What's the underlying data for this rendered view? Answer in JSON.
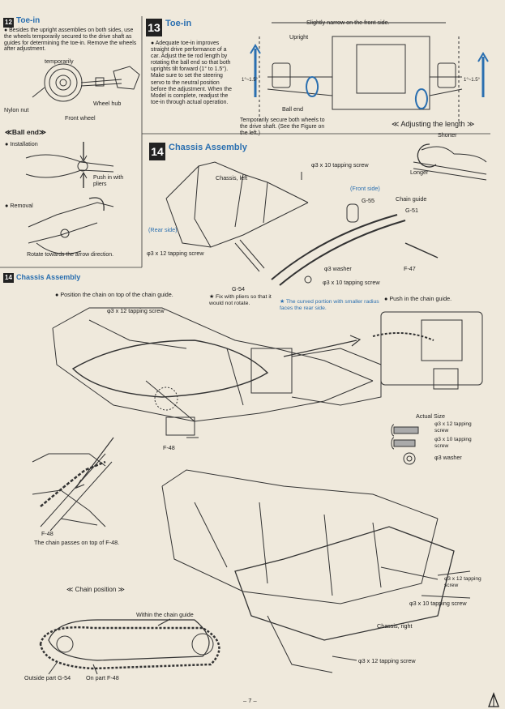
{
  "page_number": "– 7 –",
  "step12": {
    "badge": "12",
    "title": "Toe-in",
    "instructions": "● Besides the upright assemblies on both sides, use the wheels temporarily secured to the drive shaft as guides for determining the toe-in. Remove the wheels after adjustment.",
    "labels": {
      "temporarily": "temporarily",
      "nylon_nut": "Nylon nut",
      "wheel_hub": "Wheel hub",
      "front_wheel": "Front wheel"
    },
    "ball_end": {
      "title": "≪Ball end≫",
      "installation": "● Installation",
      "push_in": "Push in with pliers",
      "removal": "● Removal",
      "rotate": "Rotate towards the arrow direction."
    }
  },
  "step13": {
    "badge": "13",
    "title": "Toe-in",
    "instructions": "● Adequate toe-in improves straight drive performance of a car. Adjust the tie rod length by rotating the ball end so that both uprights tilt forward (1° to 1.5°). Make sure to set the steering servo to the neutral position before the adjustment. When the Model is complete, readjust the toe-in through actual operation.",
    "labels": {
      "slightly_narrow": "Slightly narrow on the front side.",
      "upright": "Upright",
      "ball_end": "Ball end",
      "angle_left": "1°~1.5°",
      "angle_right": "1°~1.5°",
      "temporarily": "Temporarily secure both wheels to the drive shaft. (See the Figure on the left.)",
      "adjusting": "≪ Adjusting the length ≫",
      "shorter": "Shorter",
      "longer": "Longer"
    }
  },
  "step14": {
    "badge": "14",
    "title": "Chassis Assembly",
    "labels": {
      "screw_top": "φ3 x 10 tapping screw",
      "chassis_left": "Chassis, left",
      "front_side": "(Front side)",
      "g55": "G-55",
      "chain_guide": "Chain guide",
      "g51": "G-51",
      "rear_side": "(Rear side)",
      "screw_12": "φ3 x 12 tapping screw",
      "washer": "φ3 washer",
      "f47": "F-47",
      "screw_10b": "φ3 x 10 tapping screw",
      "g54": "G-54",
      "fix_pliers": "★ Fix with pliers so that it would not rotate.",
      "curved": "★ The curved portion with smaller radius faces the rear side."
    }
  },
  "step14b": {
    "badge": "14",
    "title": "Chassis Assembly",
    "labels": {
      "position_chain": "● Position the chain on top of the chain guide.",
      "screw_12": "φ3 x 12 tapping screw",
      "push_chain_guide": "● Push in the chain guide.",
      "f48": "F-48",
      "f48b": "F-48",
      "chain_passes": "The chain passes on top of F-48.",
      "actual_size": "Actual Size",
      "as_screw12": "φ3 x 12 tapping screw",
      "as_screw10": "φ3 x 10 tapping screw",
      "as_washer": "φ3 washer",
      "r_screw12": "φ3 x 12 tapping screw",
      "r_screw10": "φ3 x 10 tapping screw",
      "chassis_right": "Chassis, right",
      "bottom_screw12": "φ3 x 12 tapping screw"
    }
  },
  "chain_position": {
    "title": "≪ Chain position ≫",
    "within": "Within the chain guide",
    "outside": "Outside part G-54",
    "on_part": "On part F-48"
  }
}
